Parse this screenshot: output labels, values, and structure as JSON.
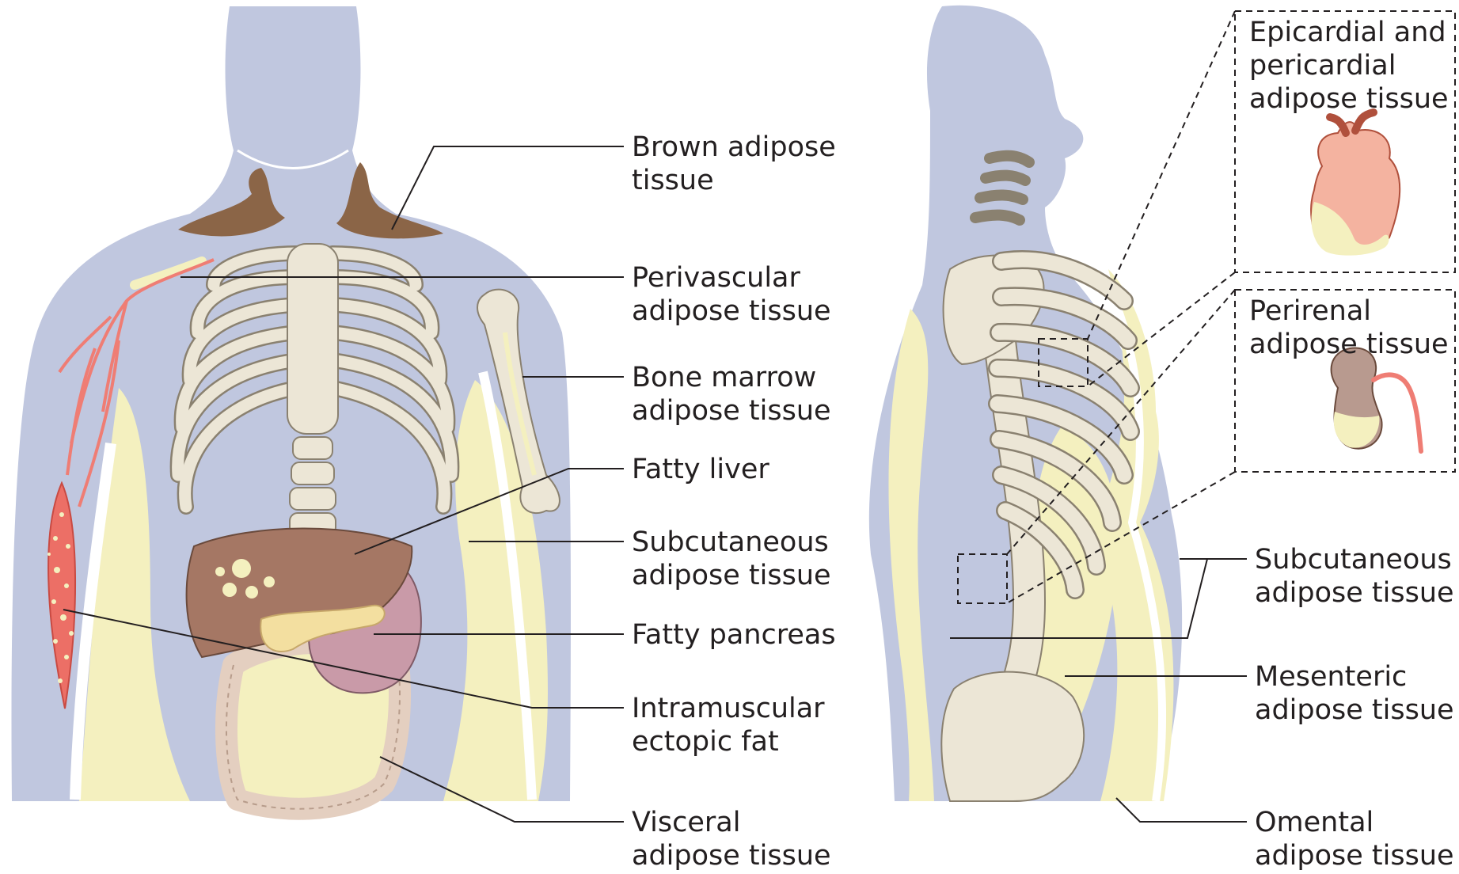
{
  "colors": {
    "body": "#c0c7df",
    "subcutaneous_fat": "#f4f0bf",
    "bone": "#ece6d6",
    "brown_fat": "#8b6547",
    "liver": "#a57764",
    "stomach": "#c99aa8",
    "pancreas": "#f3dfa0",
    "intestine": "#e4cfc0",
    "muscle": "#ec6f66",
    "vessel": "#ef7d74",
    "leader_line": "#231f20",
    "text": "#231f20"
  },
  "front_view": {
    "labels": {
      "brown": [
        "Brown adipose",
        "tissue"
      ],
      "perivascular": [
        "Perivascular",
        "adipose tissue"
      ],
      "bone_marrow": [
        "Bone marrow",
        "adipose tissue"
      ],
      "fatty_liver": [
        "Fatty liver"
      ],
      "subcutaneous": [
        "Subcutaneous",
        "adipose tissue"
      ],
      "fatty_pancreas": [
        "Fatty pancreas"
      ],
      "intramuscular": [
        "Intramuscular",
        "ectopic fat"
      ],
      "visceral": [
        "Visceral",
        "adipose tissue"
      ]
    }
  },
  "side_view": {
    "labels": {
      "epicardial": [
        "Epicardial and",
        "pericardial",
        "adipose tissue"
      ],
      "perirenal": [
        "Perirenal",
        "adipose tissue"
      ],
      "subcutaneous": [
        "Subcutaneous",
        "adipose tissue"
      ],
      "mesenteric": [
        "Mesenteric",
        "adipose tissue"
      ],
      "omental": [
        "Omental",
        "adipose tissue"
      ]
    }
  }
}
